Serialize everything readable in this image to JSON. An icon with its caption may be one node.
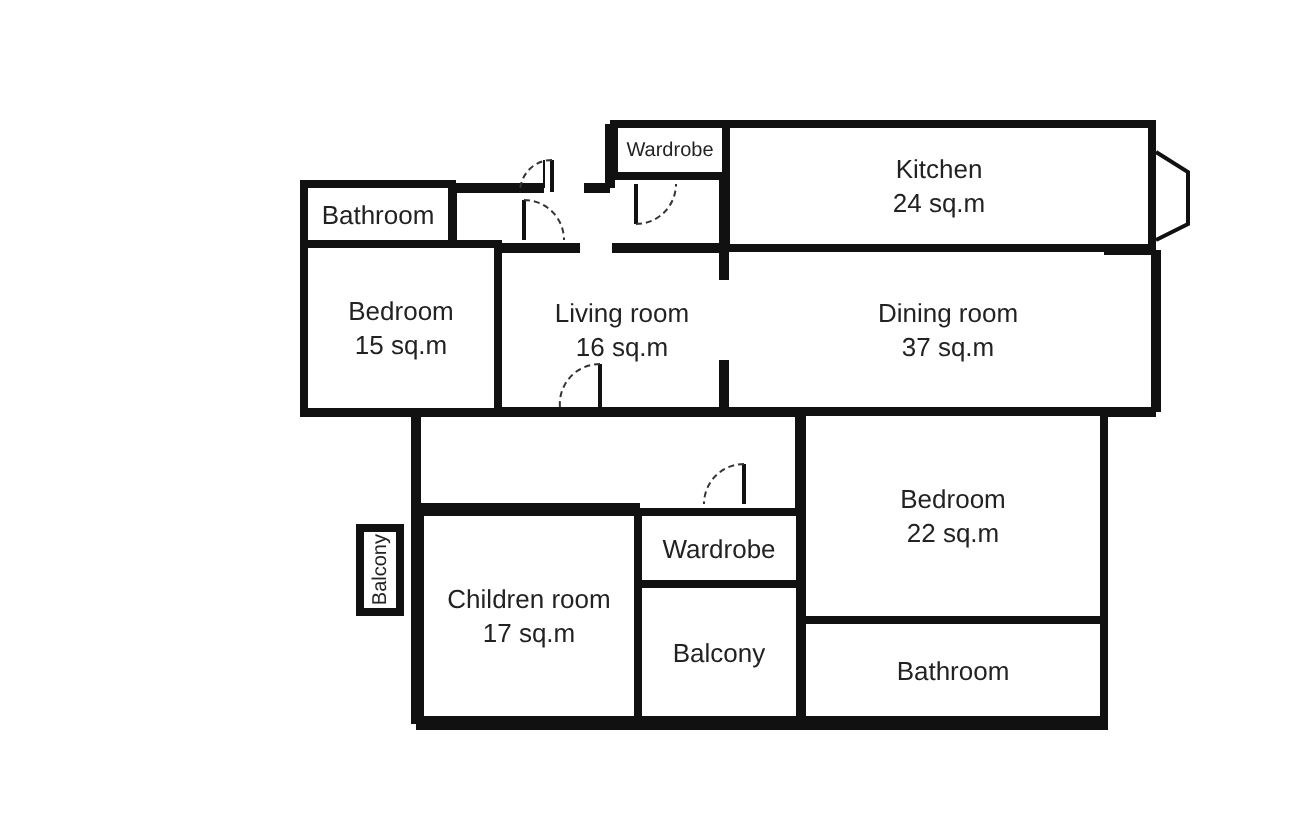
{
  "diagram": {
    "nodes": [
      {
        "text": [
          "Wardrobe"
        ]
      },
      {
        "text": [
          "Kitchen",
          "24 sq.m"
        ]
      },
      {
        "text": [
          "Bathroom"
        ]
      },
      {
        "text": [
          "Bedroom",
          "15 sq.m"
        ]
      },
      {
        "text": [
          "Living room",
          "16 sq.m"
        ]
      },
      {
        "text": [
          "Dining room",
          "37 sq.m"
        ]
      },
      {
        "text": [
          "Bedroom",
          "22 sq.m"
        ]
      },
      {
        "text": [
          "Balcony"
        ]
      },
      {
        "text": [
          "Wardrobe"
        ]
      },
      {
        "text": [
          "Children room",
          "17 sq.m"
        ]
      },
      {
        "text": [
          "Balcony"
        ]
      },
      {
        "text": [
          "Bathroom"
        ]
      }
    ],
    "edges": []
  }
}
